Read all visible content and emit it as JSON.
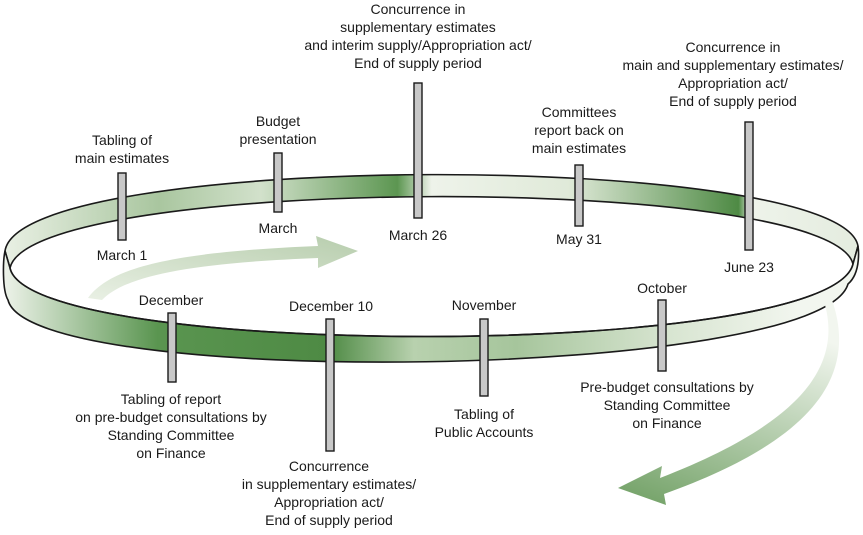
{
  "colors": {
    "ring_light": "#e9f0e4",
    "ring_dark": "#4e8a44",
    "arrow": "#c9d9c0",
    "outline": "#1a1a1a",
    "marker_fill": "#c8c8c8"
  },
  "events": [
    {
      "id": "march-1",
      "date": "March 1",
      "description": "Tabling of\nmain estimates"
    },
    {
      "id": "march",
      "date": "March",
      "description": "Budget\npresentation"
    },
    {
      "id": "march-26",
      "date": "March 26",
      "description": "Concurrence in\nsupplementary estimates\nand interim supply/Appropriation act/\nEnd of supply period"
    },
    {
      "id": "may-31",
      "date": "May 31",
      "description": "Committees\nreport back on\nmain estimates"
    },
    {
      "id": "june-23",
      "date": "June 23",
      "description": "Concurrence in\nmain and supplementary estimates/\nAppropriation act/\nEnd of supply period"
    },
    {
      "id": "october",
      "date": "October",
      "description": "Pre-budget consultations by\nStanding Committee\non Finance"
    },
    {
      "id": "november",
      "date": "November",
      "description": "Tabling of\nPublic Accounts"
    },
    {
      "id": "december-10",
      "date": "December 10",
      "description": "Concurrence\nin supplementary estimates/\nAppropriation act/\nEnd of supply period"
    },
    {
      "id": "december",
      "date": "December",
      "description": "Tabling of report\non pre-budget consultations by\nStanding Committee\non Finance"
    }
  ]
}
